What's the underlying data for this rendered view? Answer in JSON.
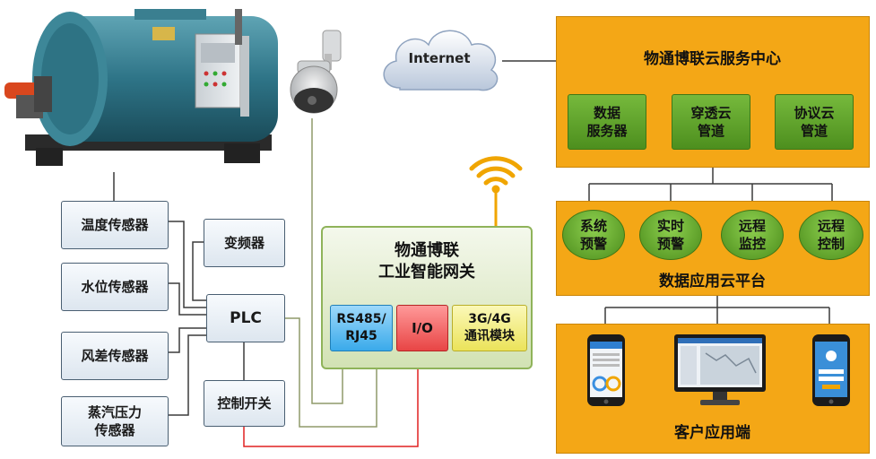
{
  "cloud": {
    "label": "Internet"
  },
  "sensors": [
    {
      "label": "温度传感器"
    },
    {
      "label": "水位传感器"
    },
    {
      "label": "风差传感器"
    },
    {
      "label_line1": "蒸汽压力",
      "label_line2": "传感器"
    }
  ],
  "vfd": {
    "label": "变频器"
  },
  "plc": {
    "label": "PLC"
  },
  "switch": {
    "label": "控制开关"
  },
  "gateway": {
    "title_line1": "物通博联",
    "title_line2": "工业智能网关",
    "port_serial_line1": "RS485/",
    "port_serial_line2": "RJ45",
    "port_io": "I/O",
    "module_line1": "3G/4G",
    "module_line2": "通讯模块"
  },
  "service_center": {
    "title": "物通博联云服务中心",
    "items": [
      {
        "line1": "数据",
        "line2": "服务器"
      },
      {
        "line1": "穿透云",
        "line2": "管道"
      },
      {
        "line1": "协议云",
        "line2": "管道"
      }
    ]
  },
  "app_platform": {
    "title": "数据应用云平台",
    "items": [
      {
        "line1": "系统",
        "line2": "预警"
      },
      {
        "line1": "实时",
        "line2": "预警"
      },
      {
        "line1": "远程",
        "line2": "监控"
      },
      {
        "line1": "远程",
        "line2": "控制"
      }
    ]
  },
  "client": {
    "title": "客户应用端"
  },
  "colors": {
    "orange": "#f4a716",
    "green": "#5aa02a",
    "serial_port": "#4fb7ee",
    "io_port": "#f05a5a",
    "module": "#f3ef7a",
    "red_wire": "#e02020",
    "wire": "#3b3b3b",
    "olive_wire": "#8f9a6a"
  }
}
